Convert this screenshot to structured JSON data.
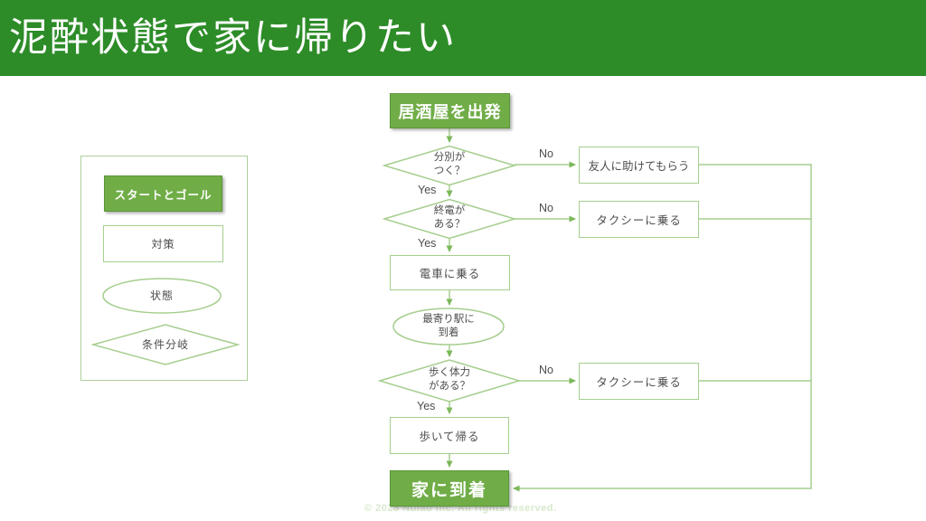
{
  "header": {
    "title": "泥酔状態で家に帰りたい"
  },
  "legend": {
    "start_goal": "スタートとゴール",
    "process": "対策",
    "state": "状態",
    "decision": "条件分岐"
  },
  "labels": {
    "yes": "Yes",
    "no": "No"
  },
  "nodes": {
    "start": "居酒屋を出発",
    "decision1": {
      "line1": "分別が",
      "line2": "つく？"
    },
    "help_friend": "友人に助けてもらう",
    "decision2": {
      "line1": "終電が",
      "line2": "ある？"
    },
    "taxi1": "タクシーに乗る",
    "train": "電車に乗る",
    "station": {
      "line1": "最寄り駅に",
      "line2": "到着"
    },
    "decision3": {
      "line1": "歩く体力",
      "line2": "がある？"
    },
    "taxi2": "タクシーに乗る",
    "walk": "歩いて帰る",
    "goal": "家に到着"
  },
  "colors": {
    "header_green": "#2d8c28",
    "node_fill_green": "#70ad47",
    "node_border_green": "#5b9638",
    "outline_light_green": "#a6ce8e",
    "arrow_green": "#7cb85a",
    "text_gray": "#4d4d4d",
    "text_white": "#ffffff"
  },
  "footer": {
    "copyright": "© 2023 Nulab Inc. All rights reserved."
  }
}
